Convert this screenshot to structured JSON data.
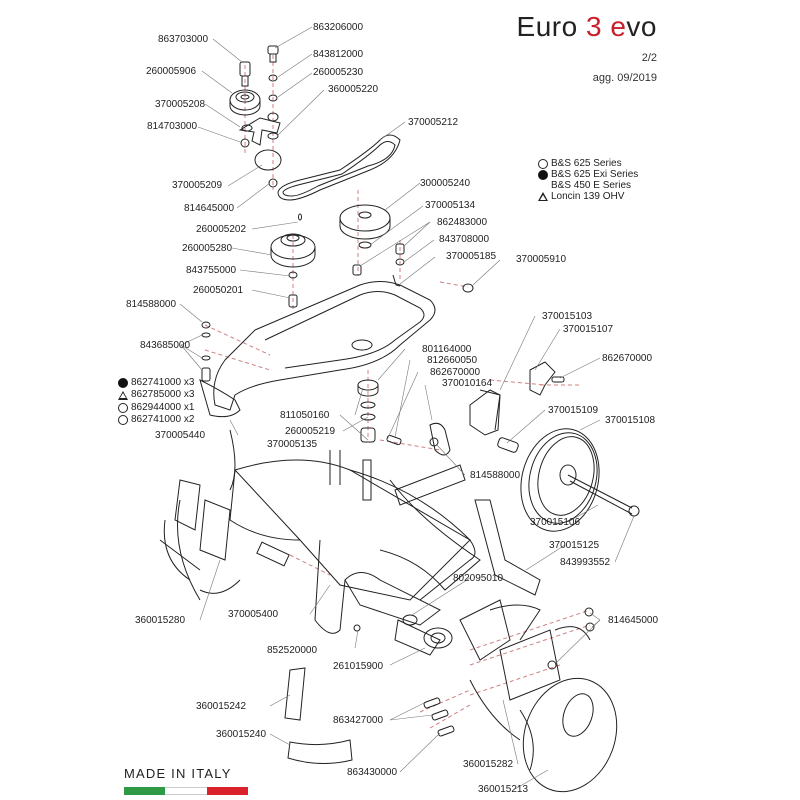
{
  "header": {
    "title_parts": [
      {
        "text": "Euro ",
        "accent": false
      },
      {
        "text": "3 ",
        "accent": true
      },
      {
        "text": "e",
        "accent": true
      },
      {
        "text": "vo",
        "accent": false
      }
    ],
    "page": "2/2",
    "updated": "agg. 09/2019"
  },
  "colors": {
    "accent": "#c8202b",
    "line": "#222222",
    "axis_dash": "#d08080",
    "flag_green": "#2e9a46",
    "flag_white": "#ffffff",
    "flag_red": "#d9222a"
  },
  "legend": [
    {
      "symbol": "circle-open",
      "label": "B&S 625 Series"
    },
    {
      "symbol": "circle-filled",
      "label": "B&S 625 Exi Series"
    },
    {
      "symbol": "none",
      "label": "B&S 450 E Series"
    },
    {
      "symbol": "triangle-open",
      "label": "Loncin 139 OHV"
    }
  ],
  "engine_variants": [
    {
      "symbol": "circle-filled",
      "part": "862741000",
      "qty": "x3"
    },
    {
      "symbol": "triangle-open",
      "part": "862785000",
      "qty": "x3"
    },
    {
      "symbol": "circle-open",
      "part": "862944000",
      "qty": "x1"
    },
    {
      "symbol": "circle-open",
      "part": "862741000",
      "qty": "x2"
    }
  ],
  "parts": [
    {
      "id": "863703000"
    },
    {
      "id": "863206000"
    },
    {
      "id": "843812000"
    },
    {
      "id": "260005906"
    },
    {
      "id": "260005230"
    },
    {
      "id": "360005220"
    },
    {
      "id": "370005208"
    },
    {
      "id": "814703000"
    },
    {
      "id": "370005212"
    },
    {
      "id": "370005209"
    },
    {
      "id": "814645000"
    },
    {
      "id": "300005240"
    },
    {
      "id": "370005134"
    },
    {
      "id": "260005202"
    },
    {
      "id": "862483000"
    },
    {
      "id": "260005280"
    },
    {
      "id": "843708000"
    },
    {
      "id": "843755000"
    },
    {
      "id": "370005185"
    },
    {
      "id": "370005910"
    },
    {
      "id": "260050201"
    },
    {
      "id": "814588000"
    },
    {
      "id": "843685000"
    },
    {
      "id": "370015103"
    },
    {
      "id": "370015107"
    },
    {
      "id": "801164000"
    },
    {
      "id": "812660050"
    },
    {
      "id": "862670000"
    },
    {
      "id": "862670000"
    },
    {
      "id": "370010164"
    },
    {
      "id": "811050160"
    },
    {
      "id": "370015109"
    },
    {
      "id": "370015108"
    },
    {
      "id": "260005219"
    },
    {
      "id": "370005440"
    },
    {
      "id": "370005135"
    },
    {
      "id": "814588000"
    },
    {
      "id": "370015106"
    },
    {
      "id": "370015125"
    },
    {
      "id": "843993552"
    },
    {
      "id": "802095010"
    },
    {
      "id": "360015280"
    },
    {
      "id": "370005400"
    },
    {
      "id": "852520000"
    },
    {
      "id": "814645000"
    },
    {
      "id": "261015900"
    },
    {
      "id": "360015242"
    },
    {
      "id": "863427000"
    },
    {
      "id": "360015240"
    },
    {
      "id": "863430000"
    },
    {
      "id": "360015282"
    },
    {
      "id": "360015213"
    }
  ],
  "footer": {
    "made_in": "MADE IN ITALY"
  }
}
